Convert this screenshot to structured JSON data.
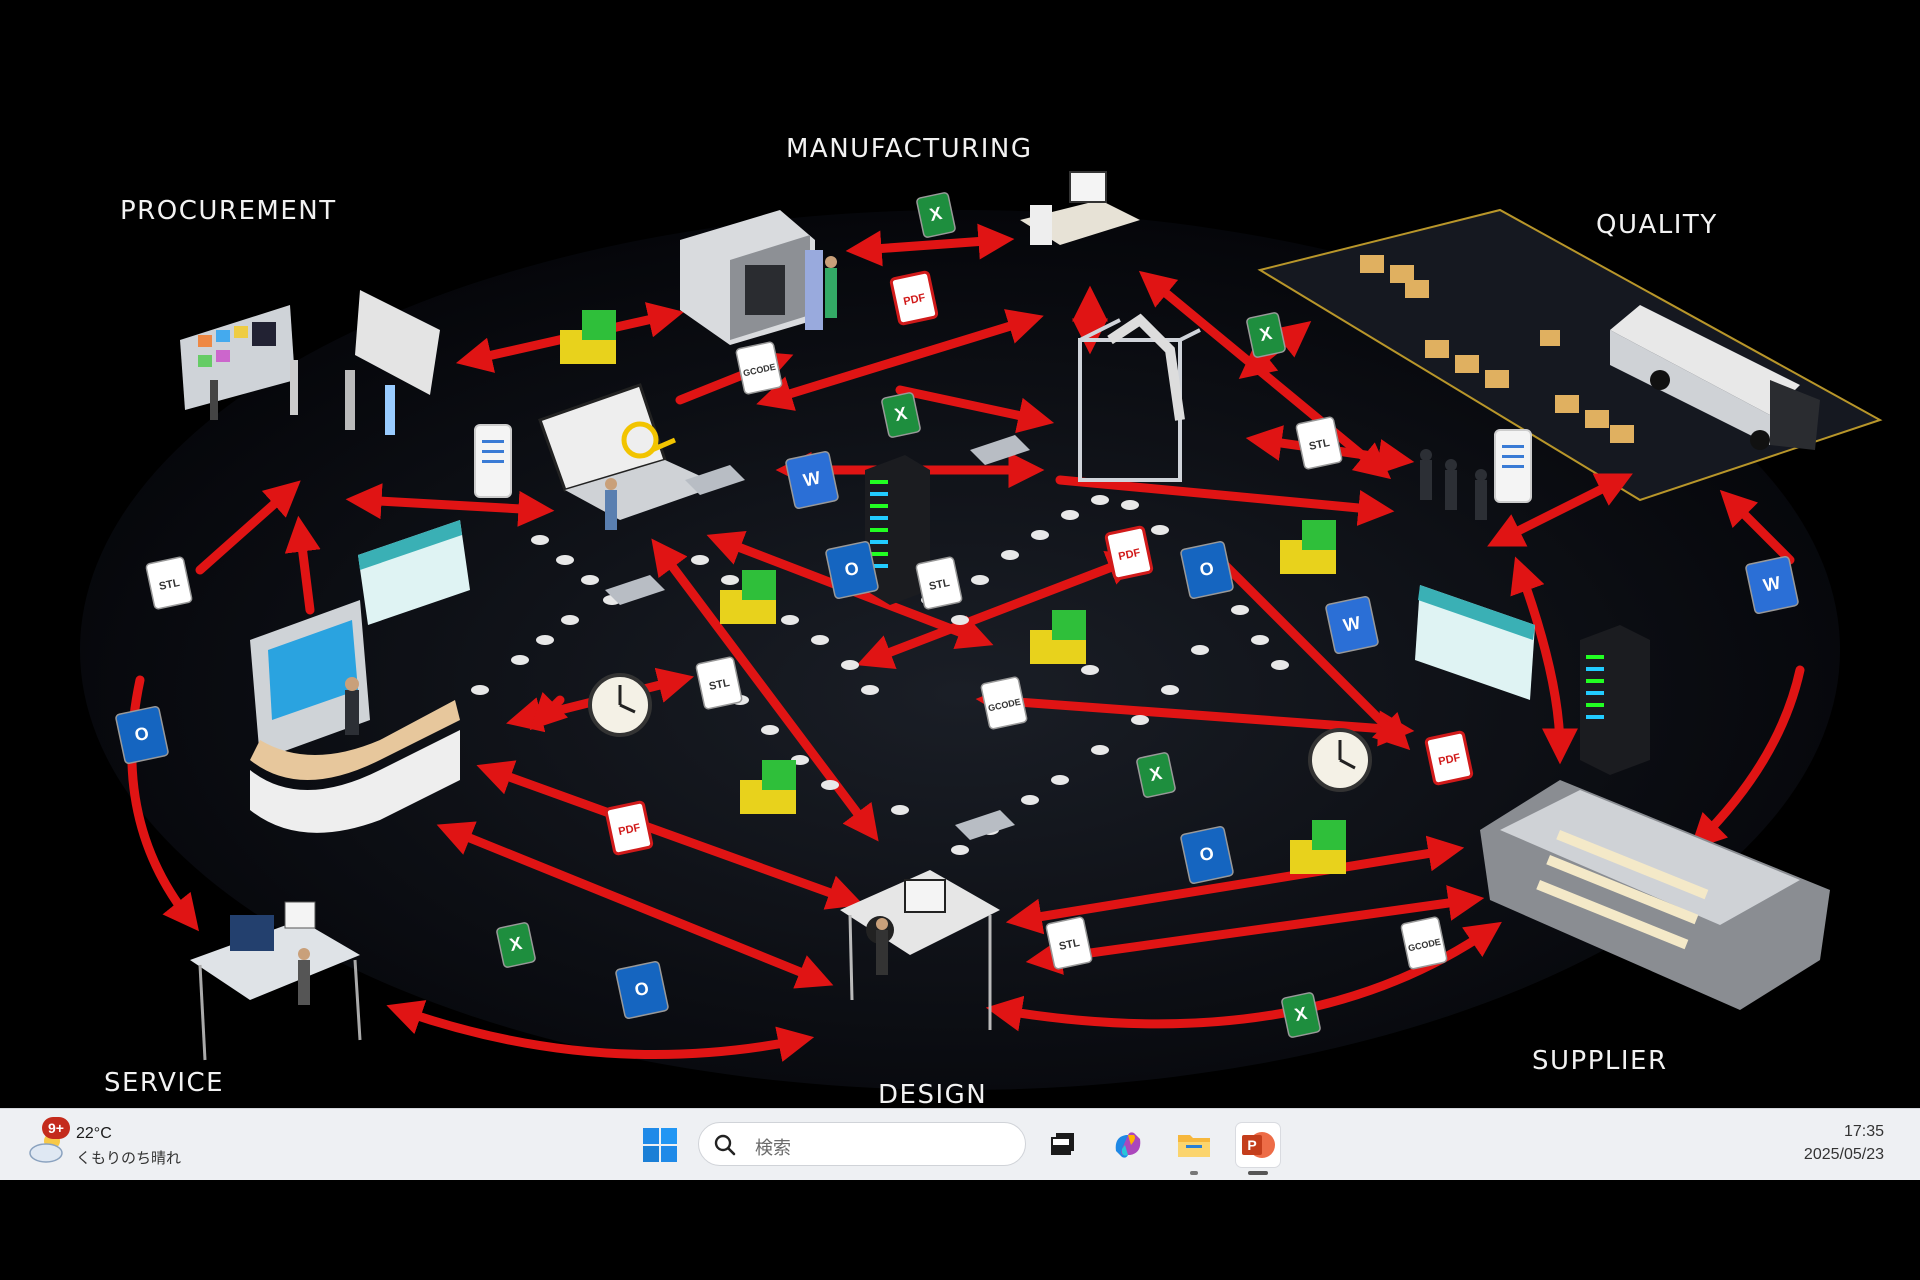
{
  "scene": {
    "labels": {
      "procurement": "PROCUREMENT",
      "manufacturing": "MANUFACTURING",
      "quality": "QUALITY",
      "service": "SERVICE",
      "design": "DESIGN",
      "supplier": "SUPPLIER"
    },
    "file_badges": {
      "stl": "STL",
      "pdf": "PDF",
      "gcode": "GCODE",
      "excel": "X",
      "word": "W",
      "outlook": "O"
    },
    "colors": {
      "arrow": "#e01414",
      "background": "#000000",
      "excel": "#1e8e3e",
      "word": "#2b6fd6",
      "outlook": "#1565c0",
      "pdf": "#d11a1a",
      "box_yellow": "#e8d21c",
      "box_green": "#2fbf3a"
    }
  },
  "taskbar": {
    "weather": {
      "badge": "9+",
      "temperature": "22°C",
      "condition": "くもりのち晴れ",
      "icon": "cloud-sun-icon"
    },
    "start_icon": "windows-start-icon",
    "search": {
      "placeholder": "検索",
      "icon": "search-icon"
    },
    "apps": [
      {
        "name": "task-view",
        "icon": "task-view-icon"
      },
      {
        "name": "copilot",
        "icon": "copilot-icon"
      },
      {
        "name": "file-explorer",
        "icon": "folder-icon"
      },
      {
        "name": "powerpoint",
        "icon": "powerpoint-icon"
      }
    ],
    "clock": {
      "time": "17:35",
      "date": "2025/05/23"
    }
  }
}
